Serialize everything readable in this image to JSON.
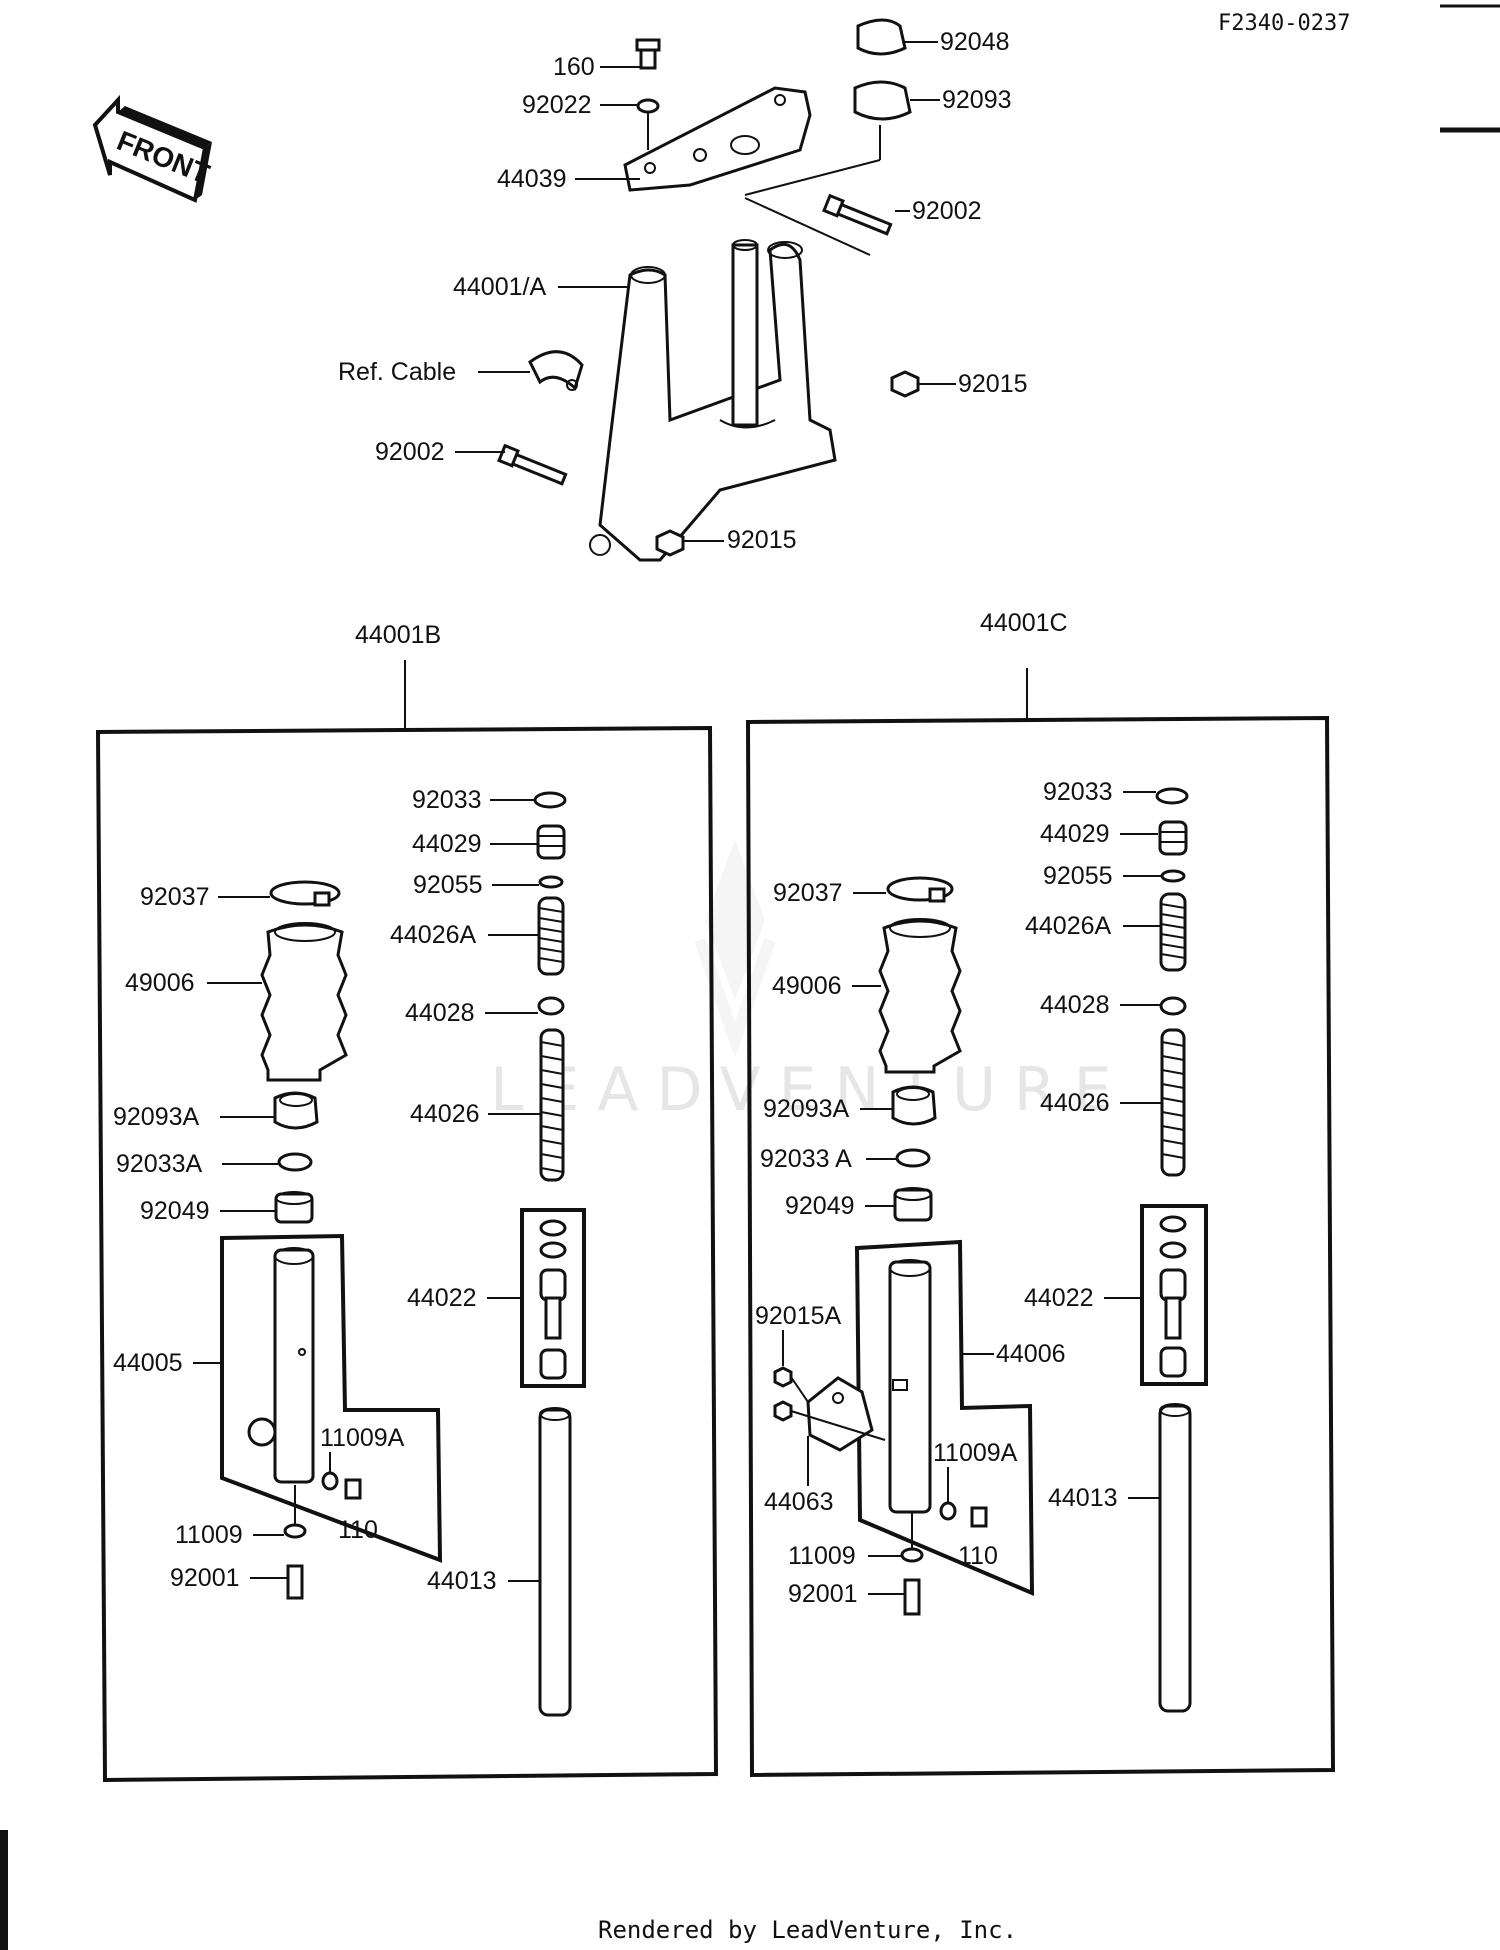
{
  "diagram_code": "F2340-0237",
  "front_label": "FRONT",
  "watermark": "LEADVENTURE",
  "footer": "Rendered by LeadVenture, Inc.",
  "top_labels": {
    "p160": "160",
    "p92022": "92022",
    "p44039": "44039",
    "p44001a": "44001/A",
    "ref_cable": "Ref. Cable",
    "p92002_left": "92002",
    "p92048": "92048",
    "p92093": "92093",
    "p92002_right": "92002",
    "p92015_right": "92015",
    "p92015_bottom": "92015"
  },
  "assembly_b": {
    "title": "44001B",
    "labels": {
      "p92033": "92033",
      "p44029": "44029",
      "p92055": "92055",
      "p44026a": "44026A",
      "p44028": "44028",
      "p44026": "44026",
      "p44022": "44022",
      "p44013": "44013",
      "p92037": "92037",
      "p49006": "49006",
      "p92093a": "92093A",
      "p92033a": "92033A",
      "p92049": "92049",
      "p44005": "44005",
      "p11009a": "11009A",
      "p110": "110",
      "p11009": "11009",
      "p92001": "92001"
    }
  },
  "assembly_c": {
    "title": "44001C",
    "labels": {
      "p92033": "92033",
      "p44029": "44029",
      "p92055": "92055",
      "p44026a": "44026A",
      "p44028": "44028",
      "p44026": "44026",
      "p44022": "44022",
      "p44013": "44013",
      "p92037": "92037",
      "p49006": "49006",
      "p92093a": "92093A",
      "p92033a": "92033 A",
      "p92049": "92049",
      "p92015a": "92015A",
      "p44006": "44006",
      "p44063": "44063",
      "p11009a": "11009A",
      "p110": "110",
      "p11009": "11009",
      "p92001": "92001"
    }
  },
  "icons": [
    "front-arrow-icon",
    "watermark-logo-icon"
  ]
}
